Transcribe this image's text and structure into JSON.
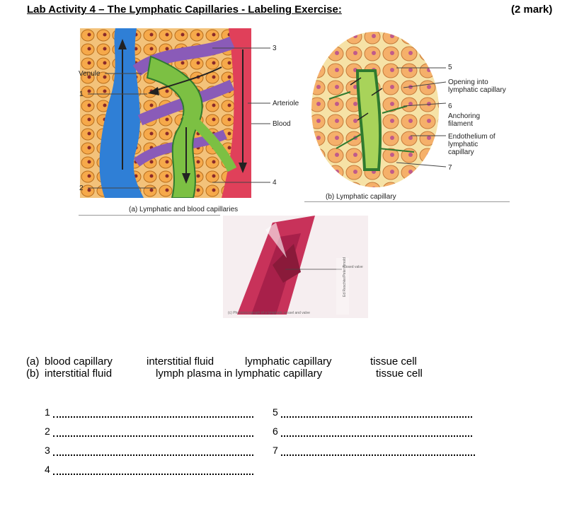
{
  "header": {
    "title": "Lab Activity 4 – The Lymphatic Capillaries - Labeling Exercise:",
    "marks": "(2 mark)"
  },
  "figure_a": {
    "labels": {
      "venule": "Venule",
      "n1": "1",
      "n2": "2",
      "n3": "3",
      "n4": "4",
      "arteriole": "Arteriole",
      "blood": "Blood"
    },
    "caption": "(a) Lymphatic and blood capillaries"
  },
  "figure_b": {
    "labels": {
      "n5": "5",
      "opening": "Opening into lymphatic capillary",
      "n6": "6",
      "anchoring": "Anchoring filament",
      "endothelium": "Endothelium of lymphatic capillary",
      "n7": "7"
    },
    "caption": "(b) Lymphatic capillary"
  },
  "figure_c": {
    "valve_label": "Closed valve",
    "caption": "(c) Photomicrograph of a lymphatic vessel and valve",
    "credit": "Ed Reschke/Peter Arnold"
  },
  "options": {
    "row_a": {
      "prefix": "(a)",
      "items": [
        "blood capillary",
        "interstitial fluid",
        "lymphatic capillary",
        "tissue cell"
      ]
    },
    "row_b": {
      "prefix": "(b)",
      "items": [
        "interstitial fluid",
        "lymph plasma in lymphatic capillary",
        "tissue cell"
      ]
    }
  },
  "answers": {
    "left": [
      "1",
      "2",
      "3",
      "4"
    ],
    "right": [
      "5",
      "6",
      "7"
    ]
  },
  "colors": {
    "vein_blue": "#2f7fd6",
    "artery_red": "#e0405a",
    "lymph_green": "#7cc043",
    "purple": "#8a5bb8",
    "tissue_tan": "#f2b25a"
  }
}
